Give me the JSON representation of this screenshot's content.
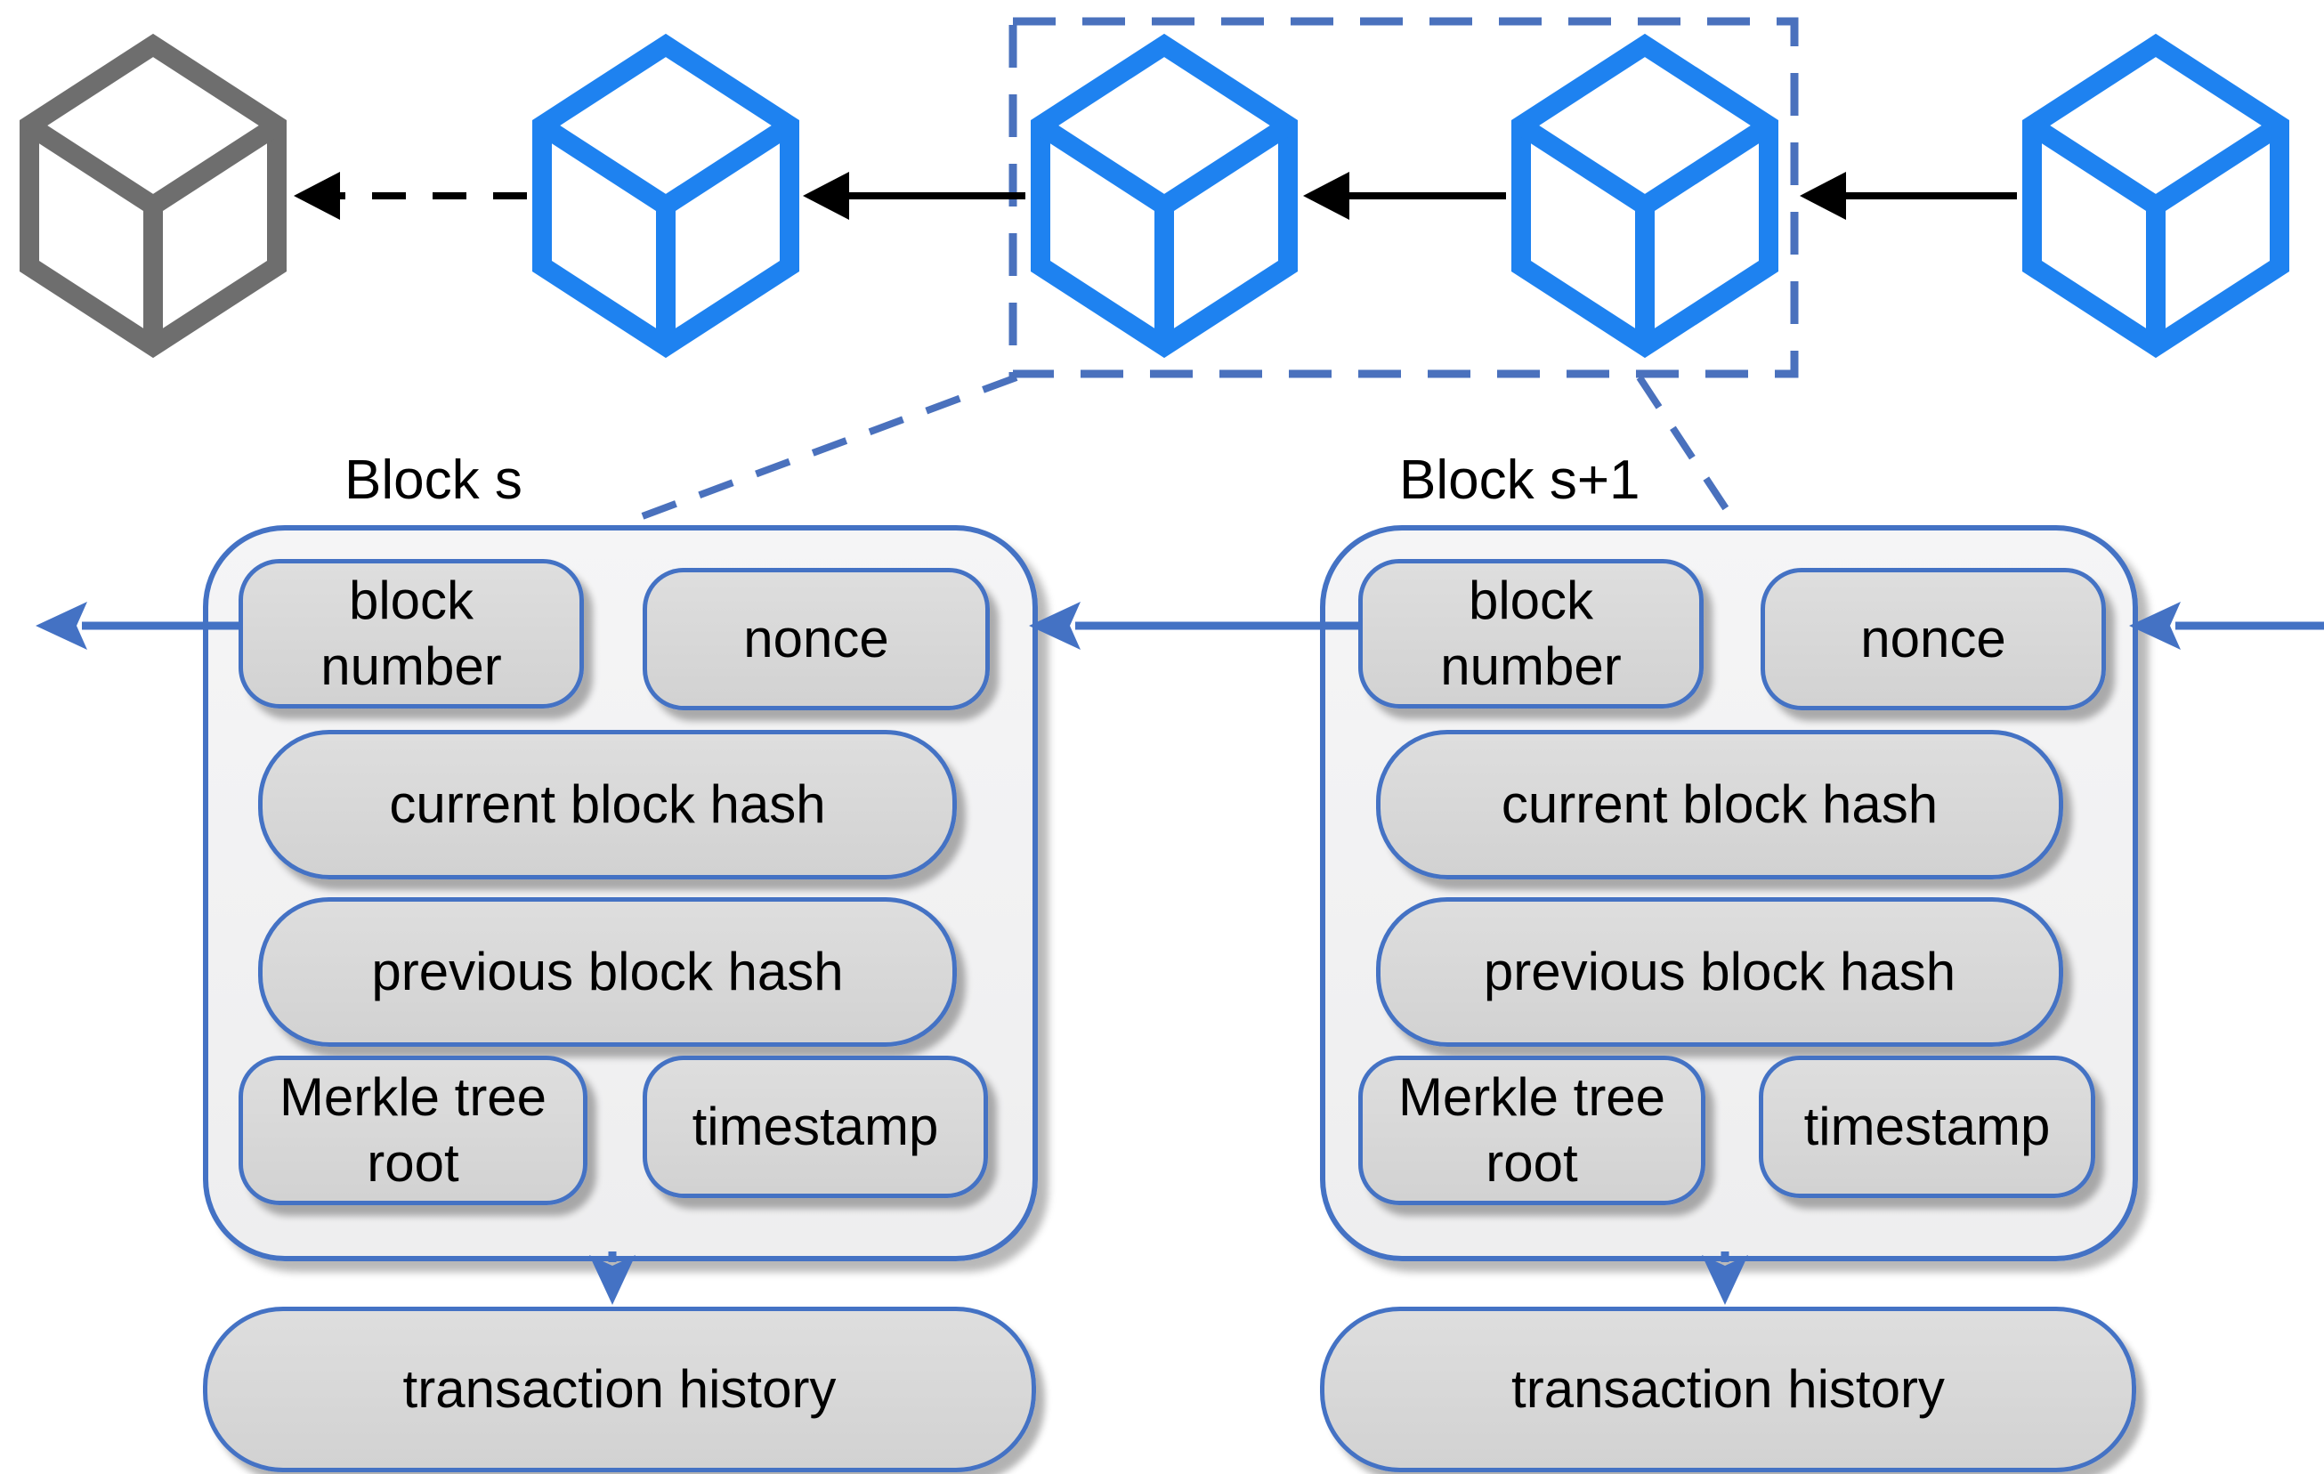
{
  "colors": {
    "cube_blue": "#1e82f0",
    "cube_gray": "#6e6e6e",
    "accent_blue": "#4472c4",
    "arrow_black": "#000000",
    "pill_fill": "#d8d8d8",
    "block_fill": "#f1f1f2"
  },
  "chain": {
    "cubes": [
      {
        "name": "cube-gray-oldest",
        "color": "#6e6e6e"
      },
      {
        "name": "cube-blue-1",
        "color": "#1e82f0"
      },
      {
        "name": "cube-blue-2",
        "color": "#1e82f0"
      },
      {
        "name": "cube-blue-3",
        "color": "#1e82f0"
      },
      {
        "name": "cube-blue-4",
        "color": "#1e82f0"
      }
    ]
  },
  "blocks": [
    {
      "label": "Block s",
      "block_number": "block\nnumber",
      "nonce": "nonce",
      "current_block_hash": "current block hash",
      "previous_block_hash": "previous block hash",
      "merkle_tree_root": "Merkle tree\nroot",
      "timestamp": "timestamp",
      "transaction_history": "transaction history"
    },
    {
      "label": "Block s+1",
      "block_number": "block\nnumber",
      "nonce": "nonce",
      "current_block_hash": "current block hash",
      "previous_block_hash": "previous block hash",
      "merkle_tree_root": "Merkle tree\nroot",
      "timestamp": "timestamp",
      "transaction_history": "transaction history"
    }
  ]
}
